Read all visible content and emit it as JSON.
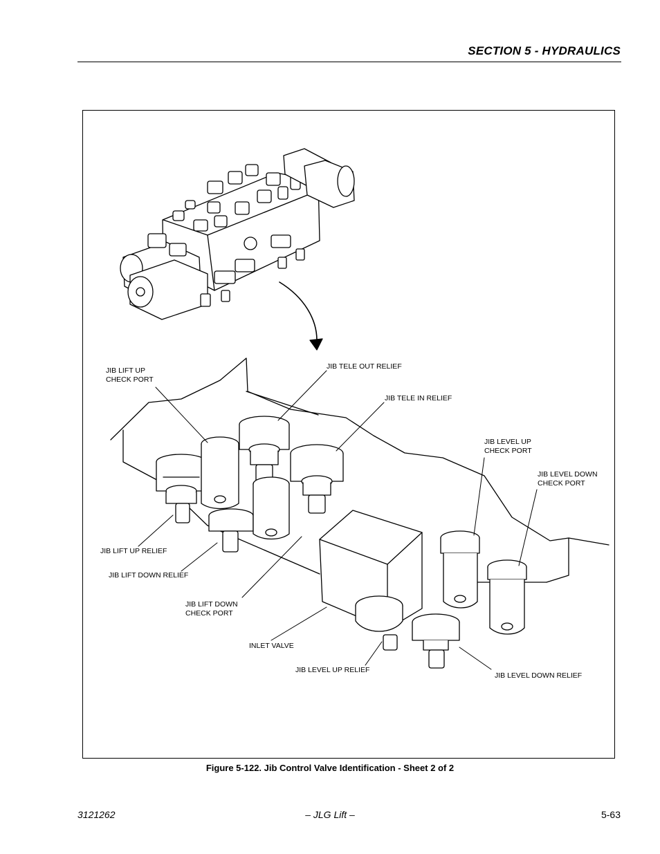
{
  "header": {
    "section_title": "SECTION 5 - HYDRAULICS"
  },
  "figure": {
    "labels": {
      "jib_lift_up_check_port": "JIB LIFT UP\nCHECK PORT",
      "jib_tele_out_relief": "JIB TELE OUT RELIEF",
      "jib_tele_in_relief": "JIB TELE IN RELIEF",
      "jib_level_up_check_port": "JIB LEVEL UP\nCHECK PORT",
      "jib_level_down_check_port": "JIB LEVEL DOWN\nCHECK PORT",
      "jib_lift_up_relief": "JIB LIFT UP RELIEF",
      "jib_lift_down_relief": "JIB LIFT DOWN RELIEF",
      "jib_lift_down_check_port": "JIB LIFT DOWN\nCHECK PORT",
      "inlet_valve": "INLET VALVE",
      "jib_level_up_relief": "JIB LEVEL UP RELIEF",
      "jib_level_down_relief": "JIB LEVEL DOWN RELIEF"
    },
    "caption": "Figure 5-122.  Jib Control Valve Identification - Sheet 2 of 2"
  },
  "footer": {
    "doc_number": "3121262",
    "publisher": "– JLG Lift –",
    "page_number": "5-63"
  }
}
